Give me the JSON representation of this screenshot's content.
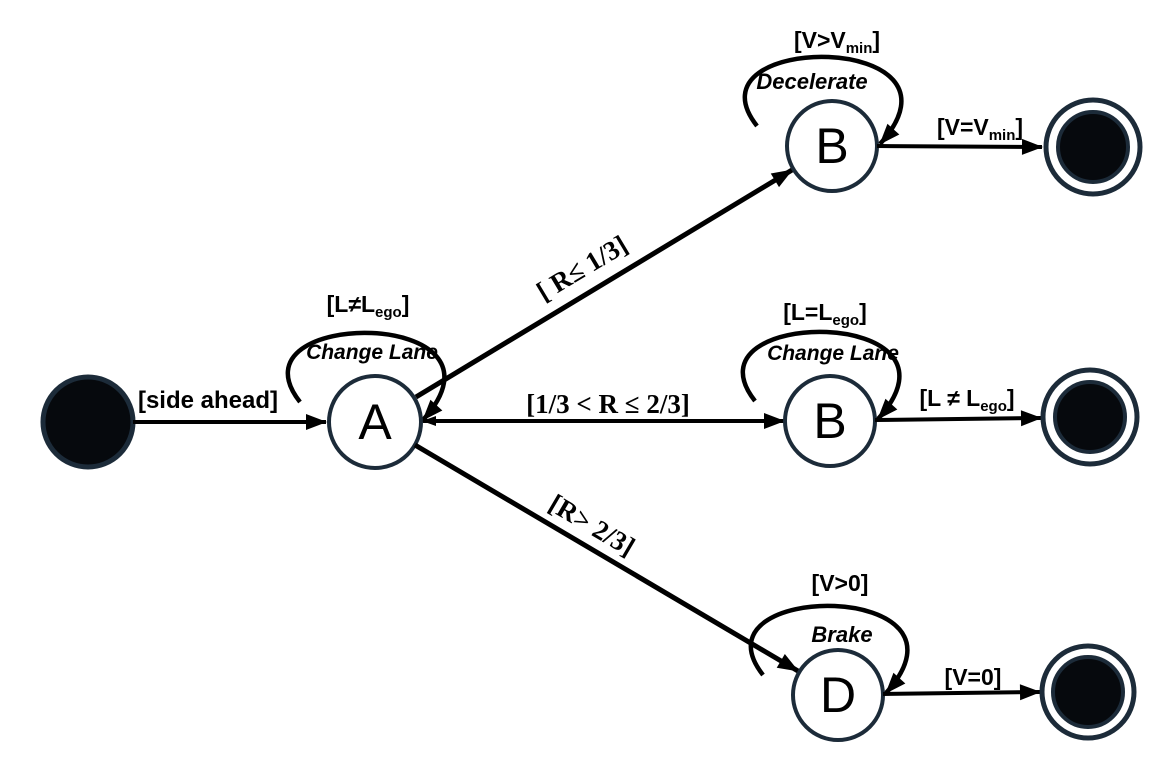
{
  "diagram": {
    "type": "state-machine",
    "states": {
      "start": {
        "name": "initial"
      },
      "a": {
        "label": "A",
        "action": "Change Lane",
        "guard": {
          "pre": "[L≠L",
          "sub": "ego",
          "post": "]"
        }
      },
      "b1": {
        "label": "B",
        "action": "Decelerate",
        "guard": {
          "pre": "[V>V",
          "sub": "min",
          "post": "]"
        }
      },
      "b2": {
        "label": "B",
        "action": "Change Lane",
        "guard": {
          "pre": "[L=L",
          "sub": "ego",
          "post": "]"
        }
      },
      "d": {
        "label": "D",
        "action": "Brake",
        "guard": "[V>0]"
      }
    },
    "transitions": {
      "start_to_a": "[side ahead]",
      "a_to_b1": "[ R≤ 1/3]",
      "a_to_b2": "[1/3 < R ≤ 2/3]",
      "a_to_d": "[R> 2/3]",
      "b1_to_final": {
        "pre": "[V=V",
        "sub": "min",
        "post": "]"
      },
      "b2_to_final": {
        "pre": "[L ≠ L",
        "sub": "ego",
        "post": "]"
      },
      "d_to_final": "[V=0]"
    }
  },
  "colors": {
    "node_stroke": "#1c2b39",
    "arrow": "#000000",
    "state_fill": "#ffffff",
    "terminal_fill": "#06090d",
    "background": "#ffffff"
  }
}
